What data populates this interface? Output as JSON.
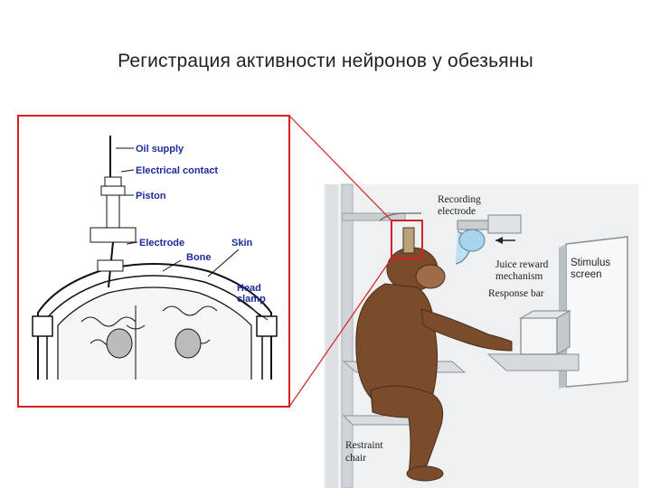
{
  "title": "Регистрация активности нейронов у обезьяны",
  "left_diagram": {
    "labels": {
      "oil_supply": "Oil supply",
      "electrical_contact": "Electrical contact",
      "piston": "Piston",
      "electrode": "Electrode",
      "skin": "Skin",
      "bone": "Bone",
      "head_clamp_1": "Head",
      "head_clamp_2": "clamp"
    }
  },
  "right_scene": {
    "labels": {
      "recording_electrode_1": "Recording",
      "recording_electrode_2": "electrode",
      "juice_reward_1": "Juice reward",
      "juice_reward_2": "mechanism",
      "stimulus_screen_1": "Stimulus",
      "stimulus_screen_2": "screen",
      "response_bar": "Response bar",
      "restraint_chair_1": "Restraint",
      "restraint_chair_2": "chair"
    }
  },
  "colors": {
    "frame_red": "#d42020",
    "label_blue": "#1e2a9a",
    "monkey_brown": "#6b4226"
  }
}
